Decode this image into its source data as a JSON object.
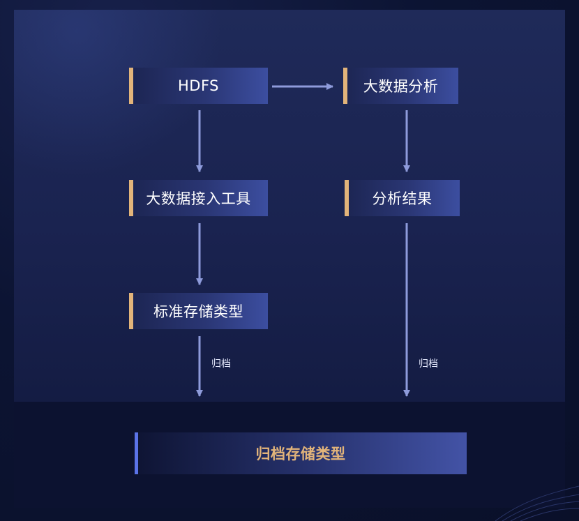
{
  "nodes": {
    "hdfs": "HDFS",
    "big_data_analysis": "大数据分析",
    "ingest_tool": "大数据接入工具",
    "analysis_result": "分析结果",
    "standard_storage": "标准存储类型",
    "archive_storage": "归档存储类型"
  },
  "edges": {
    "archive_left": "归档",
    "archive_right": "归档"
  },
  "colors": {
    "accent_gold": "#e2b47a",
    "accent_blue": "#5b73e8",
    "arrow": "#8e9bdb"
  }
}
